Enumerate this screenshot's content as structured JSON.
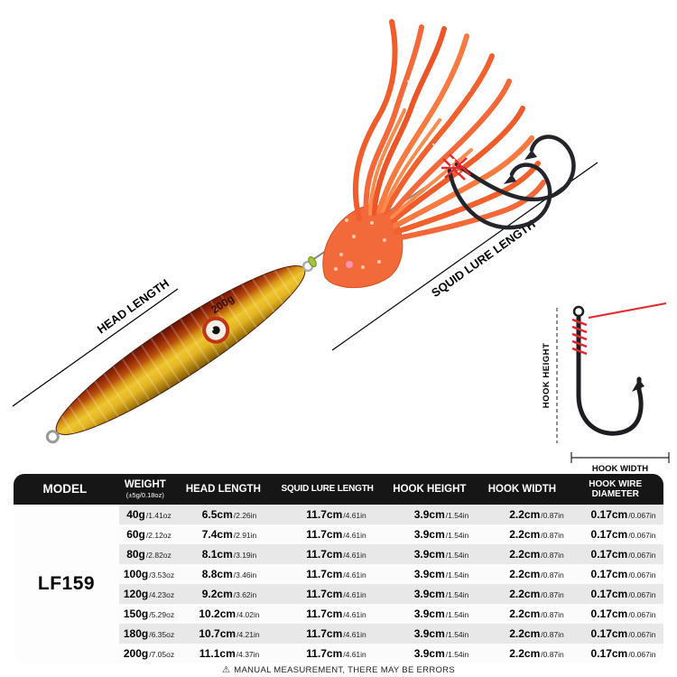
{
  "colors": {
    "skirt_orange": "#f4683a",
    "body_gold": "#eec62e",
    "body_red": "#8f2306",
    "table_header_bg": "#161616",
    "row_alt": "#e8e8e8",
    "thread_red": "#e8262d"
  },
  "photo": {
    "weight_label": "200g",
    "labels": {
      "head_length": "HEAD LENGTH",
      "squid_lure_length": "SQUID LURE LENGTH",
      "hook_height": "HOOK HEIGHT",
      "hook_width": "HOOK WIDTH"
    }
  },
  "table": {
    "model": "LF159",
    "headers": [
      {
        "label": "MODEL",
        "sub": ""
      },
      {
        "label": "WEIGHT",
        "sub": "(±5g/0.18oz)"
      },
      {
        "label": "HEAD LENGTH",
        "sub": ""
      },
      {
        "label": "SQUID LURE LENGTH",
        "sub": ""
      },
      {
        "label": "HOOK HEIGHT",
        "sub": ""
      },
      {
        "label": "HOOK WIDTH",
        "sub": ""
      },
      {
        "label": "HOOK WIRE DIAMETER",
        "sub": ""
      }
    ],
    "rows": [
      [
        {
          "main": "40g",
          "sub": "/1.41oz"
        },
        {
          "main": "6.5cm",
          "sub": "/2.26in"
        },
        {
          "main": "11.7cm",
          "sub": "/4.61in"
        },
        {
          "main": "3.9cm",
          "sub": "/1.54in"
        },
        {
          "main": "2.2cm",
          "sub": "/0.87in"
        },
        {
          "main": "0.17cm",
          "sub": "/0.067in"
        }
      ],
      [
        {
          "main": "60g",
          "sub": "/2.12oz"
        },
        {
          "main": "7.4cm",
          "sub": "/2.91in"
        },
        {
          "main": "11.7cm",
          "sub": "/4.61in"
        },
        {
          "main": "3.9cm",
          "sub": "/1.54in"
        },
        {
          "main": "2.2cm",
          "sub": "/0.87in"
        },
        {
          "main": "0.17cm",
          "sub": "/0.067in"
        }
      ],
      [
        {
          "main": "80g",
          "sub": "/2.82oz"
        },
        {
          "main": "8.1cm",
          "sub": "/3.19in"
        },
        {
          "main": "11.7cm",
          "sub": "/4.61in"
        },
        {
          "main": "3.9cm",
          "sub": "/1.54in"
        },
        {
          "main": "2.2cm",
          "sub": "/0.87in"
        },
        {
          "main": "0.17cm",
          "sub": "/0.067in"
        }
      ],
      [
        {
          "main": "100g",
          "sub": "/3.53oz"
        },
        {
          "main": "8.8cm",
          "sub": "/3.46in"
        },
        {
          "main": "11.7cm",
          "sub": "/4.61in"
        },
        {
          "main": "3.9cm",
          "sub": "/1.54in"
        },
        {
          "main": "2.2cm",
          "sub": "/0.87in"
        },
        {
          "main": "0.17cm",
          "sub": "/0.067in"
        }
      ],
      [
        {
          "main": "120g",
          "sub": "/4.23oz"
        },
        {
          "main": "9.2cm",
          "sub": "/3.62in"
        },
        {
          "main": "11.7cm",
          "sub": "/4.61in"
        },
        {
          "main": "3.9cm",
          "sub": "/1.54in"
        },
        {
          "main": "2.2cm",
          "sub": "/0.87in"
        },
        {
          "main": "0.17cm",
          "sub": "/0.067in"
        }
      ],
      [
        {
          "main": "150g",
          "sub": "/5.29oz"
        },
        {
          "main": "10.2cm",
          "sub": "/4.02in"
        },
        {
          "main": "11.7cm",
          "sub": "/4.61in"
        },
        {
          "main": "3.9cm",
          "sub": "/1.54in"
        },
        {
          "main": "2.2cm",
          "sub": "/0.87in"
        },
        {
          "main": "0.17cm",
          "sub": "/0.067in"
        }
      ],
      [
        {
          "main": "180g",
          "sub": "/6.35oz"
        },
        {
          "main": "10.7cm",
          "sub": "/4.21in"
        },
        {
          "main": "11.7cm",
          "sub": "/4.61in"
        },
        {
          "main": "3.9cm",
          "sub": "/1.54in"
        },
        {
          "main": "2.2cm",
          "sub": "/0.87in"
        },
        {
          "main": "0.17cm",
          "sub": "/0.067in"
        }
      ],
      [
        {
          "main": "200g",
          "sub": "/7.05oz"
        },
        {
          "main": "11.1cm",
          "sub": "/4.37in"
        },
        {
          "main": "11.7cm",
          "sub": "/4.61in"
        },
        {
          "main": "3.9cm",
          "sub": "/1.54in"
        },
        {
          "main": "2.2cm",
          "sub": "/0.87in"
        },
        {
          "main": "0.17cm",
          "sub": "/0.067in"
        }
      ]
    ]
  },
  "footer": {
    "icon": "⚠",
    "text": "MANUAL MEASUREMENT, THERE MAY BE ERRORS"
  }
}
